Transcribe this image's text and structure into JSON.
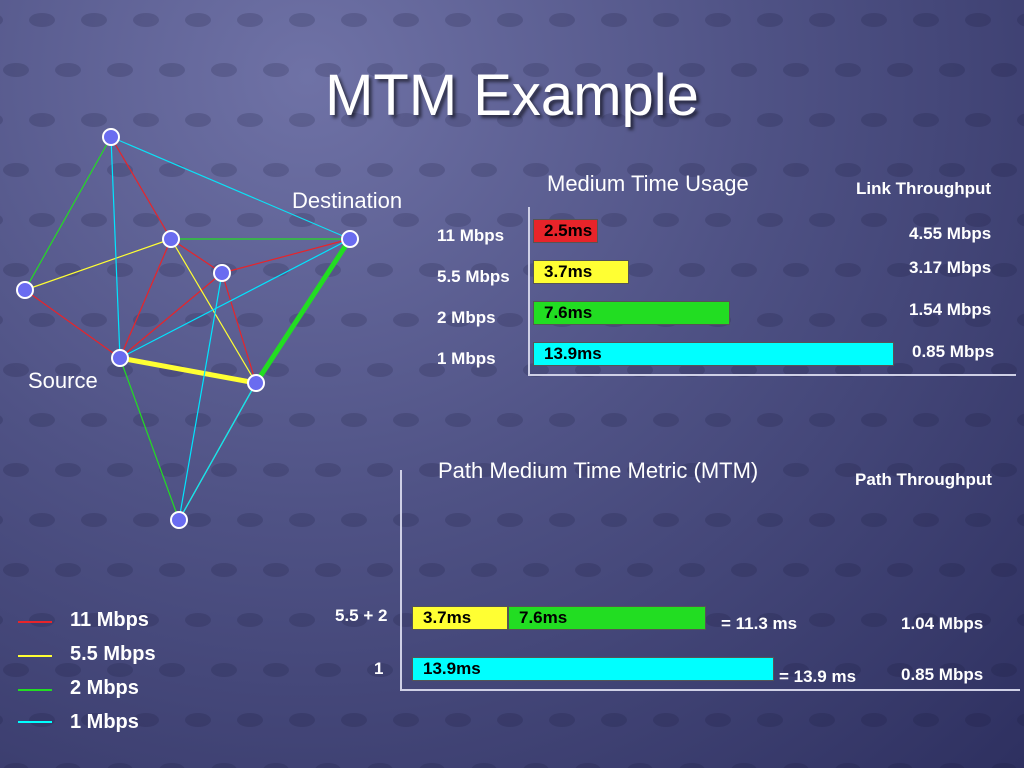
{
  "title": "MTM Example",
  "graph": {
    "source_label": "Source",
    "destination_label": "Destination"
  },
  "colors": {
    "rate_11": "#e8242a",
    "rate_5_5": "#ffff33",
    "rate_2": "#22dd22",
    "rate_1": "#00ffff",
    "node_fill": "#6a6cf0"
  },
  "medium_time": {
    "title": "Medium Time Usage",
    "throughput_header": "Link Throughput",
    "rows": [
      {
        "rate": "11 Mbps",
        "time": "2.5ms",
        "time_value": 2.5,
        "throughput": "4.55 Mbps"
      },
      {
        "rate": "5.5 Mbps",
        "time": "3.7ms",
        "time_value": 3.7,
        "throughput": "3.17 Mbps"
      },
      {
        "rate": "2 Mbps",
        "time": "7.6ms",
        "time_value": 7.6,
        "throughput": "1.54 Mbps"
      },
      {
        "rate": "1 Mbps",
        "time": "13.9ms",
        "time_value": 13.9,
        "throughput": "0.85 Mbps"
      }
    ]
  },
  "path_metric": {
    "title": "Path Medium Time Metric (MTM)",
    "throughput_header": "Path Throughput",
    "paths": [
      {
        "label": "5.5 + 2",
        "segments": [
          {
            "time": "3.7ms",
            "value": 3.7
          },
          {
            "time": "7.6ms",
            "value": 7.6
          }
        ],
        "total": "= 11.3 ms",
        "throughput": "1.04 Mbps"
      },
      {
        "label": "1",
        "segments": [
          {
            "time": "13.9ms",
            "value": 13.9
          }
        ],
        "total": "= 13.9 ms",
        "throughput": "0.85 Mbps"
      }
    ]
  },
  "legend": [
    {
      "label": "11 Mbps",
      "color": "#e8242a"
    },
    {
      "label": "5.5 Mbps",
      "color": "#ffff33"
    },
    {
      "label": "2 Mbps",
      "color": "#22dd22"
    },
    {
      "label": "1 Mbps",
      "color": "#00ffff"
    }
  ]
}
